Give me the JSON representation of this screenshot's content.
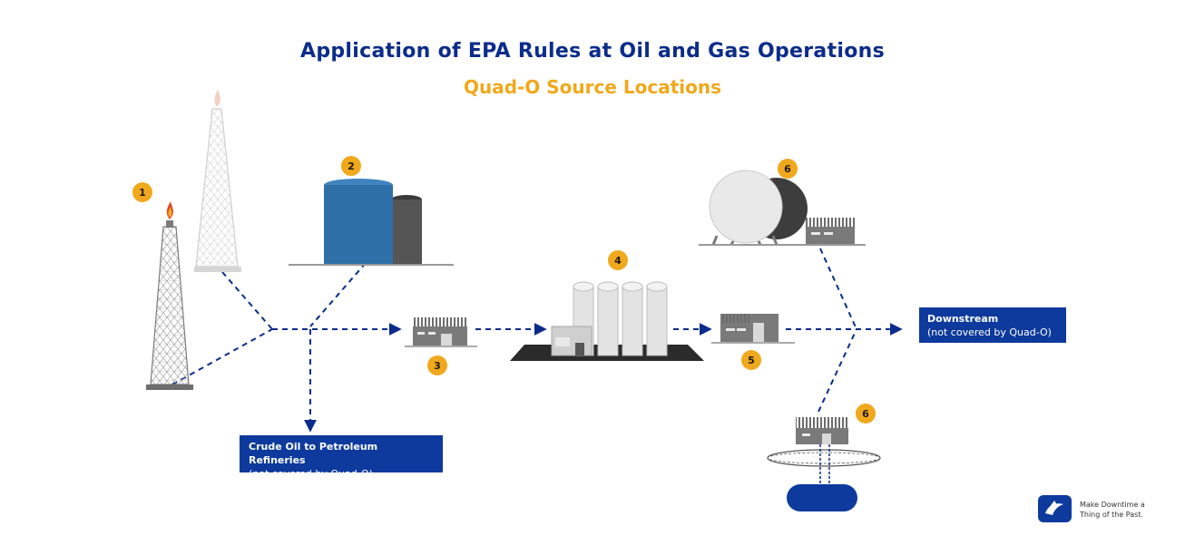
{
  "header": {
    "title": "Application of EPA Rules at Oil and Gas Operations",
    "subtitle": "Quad-O Source Locations"
  },
  "badges": {
    "n1": "1",
    "n2": "2",
    "n3": "3",
    "n4": "4",
    "n5": "5",
    "n6a": "6",
    "n6b": "6"
  },
  "boxes": {
    "refineries": {
      "line1": "Crude Oil to Petroleum Refineries",
      "line2": "(not covered by Quad-O)"
    },
    "downstream": {
      "line1": "Downstream",
      "line2": "(not covered by Quad-O)"
    }
  },
  "logo": {
    "line1": "Make Downtime a",
    "line2": "Thing of the Past."
  },
  "colors": {
    "title": "#0b2c8a",
    "subtitle": "#f0a81c",
    "box": "#0d3a9c",
    "badge": "#f0a81c",
    "connector": "#0b2c8a",
    "tank": "#2f6fa8"
  }
}
